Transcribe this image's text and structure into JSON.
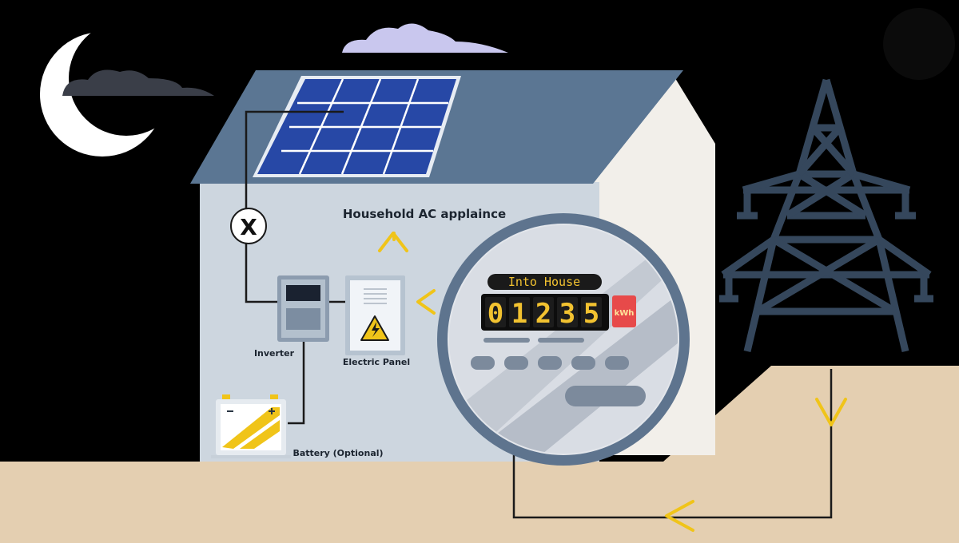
{
  "labels": {
    "household": "Household AC applaince",
    "inverter": "Inverter",
    "electric_panel": "Electric Panel",
    "battery": "Battery (Optional)",
    "disconnect": "X"
  },
  "meter": {
    "title": "Into House",
    "digits": [
      "0",
      "1",
      "2",
      "3",
      "5"
    ],
    "unit": "kWh"
  },
  "colors": {
    "sky": "#000000",
    "ground": "#e4cfb1",
    "house_wall": "#cdd6df",
    "roof": "#5b7693",
    "solar_panel": "#2748a6",
    "tower": "#35475c",
    "meter_ring": "#5e748e",
    "arrow": "#f0c419",
    "meter_text": "#f2c230"
  },
  "icons": [
    "moon-icon",
    "cloud-icon",
    "solar-panel-icon",
    "disconnect-switch-icon",
    "inverter-icon",
    "electric-panel-icon",
    "warning-bolt-icon",
    "battery-icon",
    "electric-meter-icon",
    "transmission-tower-icon",
    "flow-arrow-icon"
  ]
}
